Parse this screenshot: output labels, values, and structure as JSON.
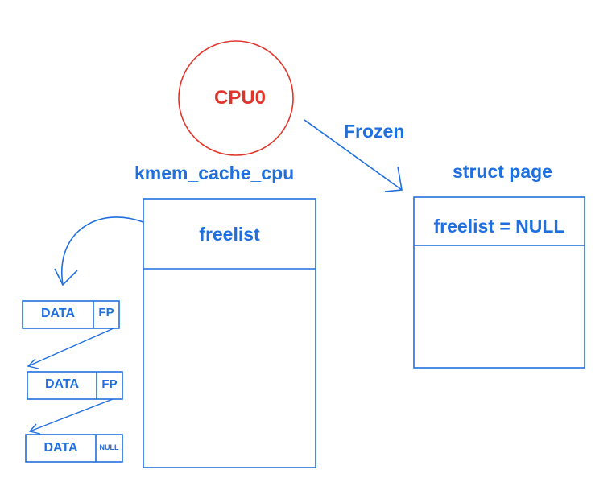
{
  "cpu": {
    "label": "CPU0",
    "color": "#e0352b"
  },
  "accent_color": "#1f6fde",
  "frozen_label": "Frozen",
  "kmem_cache_cpu": {
    "title": "kmem_cache_cpu",
    "field": "freelist"
  },
  "struct_page": {
    "title": "struct page",
    "field": "freelist = NULL"
  },
  "objects": [
    {
      "data": "DATA",
      "ptr": "FP"
    },
    {
      "data": "DATA",
      "ptr": "FP"
    },
    {
      "data": "DATA",
      "ptr": "NULL"
    }
  ]
}
